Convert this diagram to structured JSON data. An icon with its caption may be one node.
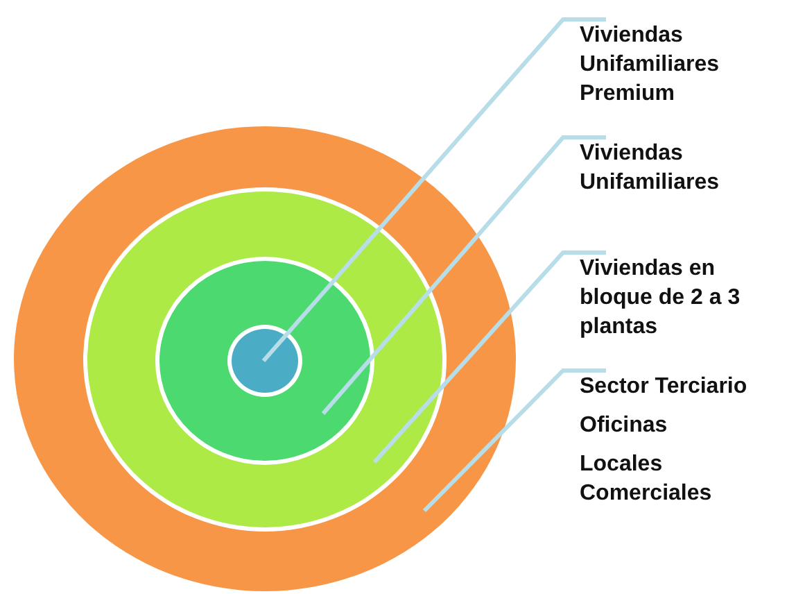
{
  "diagram": {
    "nodes": [
      {
        "text": [
          "Viviendas Unifamiliares Premium"
        ]
      },
      {
        "text": [
          "Viviendas Unifamiliares"
        ]
      },
      {
        "text": [
          "Viviendas en bloque de 2 a 3 plantas"
        ]
      },
      {
        "text": [
          "Sector Terciario",
          "Oficinas",
          "Locales Comerciales"
        ]
      },
      {
        "text": [],
        "shape": "circle"
      },
      {
        "text": [],
        "shape": "circle",
        "in": 4
      },
      {
        "text": [],
        "shape": "circle",
        "in": 5
      },
      {
        "text": [],
        "shape": "circle",
        "in": 6
      }
    ],
    "edges": [
      {
        "from": 0,
        "to": 7,
        "arrow": "none"
      },
      {
        "from": 1,
        "to": 6,
        "arrow": "none"
      },
      {
        "from": 2,
        "to": 5,
        "arrow": "none"
      },
      {
        "from": 3,
        "to": 4,
        "arrow": "none"
      }
    ]
  }
}
